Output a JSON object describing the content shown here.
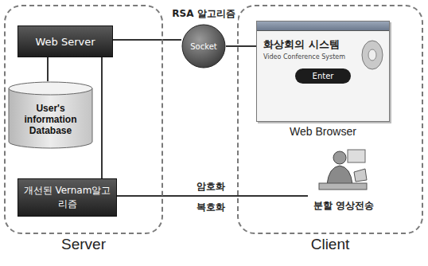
{
  "diagram": {
    "nodes": [
      {
        "text": [
          "Server"
        ]
      },
      {
        "text": [
          "Client"
        ]
      },
      {
        "text": [
          "Web Server"
        ],
        "in": 0
      },
      {
        "text": [
          "User's information Database"
        ],
        "in": 0
      },
      {
        "text": [
          "개선된 Vernam알고리즘"
        ],
        "in": 0
      },
      {
        "text": [
          "Socket"
        ]
      },
      {
        "text": [
          "화상회의 시스템",
          "Video Conference System",
          "Enter",
          "Web Browser"
        ],
        "in": 1
      },
      {
        "text": [
          "분할 영상전송"
        ],
        "in": 1
      }
    ],
    "edges": [
      {
        "from": 2,
        "to": 5,
        "arrow": "none"
      },
      {
        "from": 5,
        "to": 6,
        "arrow": "none"
      },
      {
        "from": 4,
        "to": 7,
        "label": "암호화",
        "arrow": "none"
      },
      {
        "from": 2,
        "to": 3,
        "arrow": "none"
      },
      {
        "from": 2,
        "to": 4,
        "arrow": "none"
      }
    ],
    "labels": [
      "RSA 알고리즘",
      "복호화"
    ]
  }
}
